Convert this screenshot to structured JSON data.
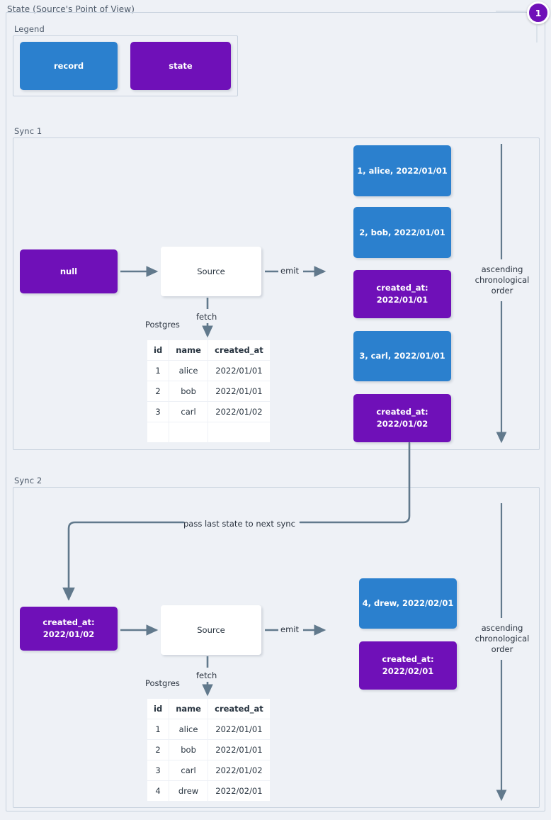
{
  "title": "State (Source's Point of View)",
  "badge": {
    "count": "1"
  },
  "legend": {
    "label": "Legend",
    "items": [
      {
        "name": "record",
        "label": "record",
        "color": "#2B80CE"
      },
      {
        "name": "state",
        "label": "state",
        "color": "#6F10B8"
      }
    ]
  },
  "edge_labels": {
    "emit": "emit",
    "fetch": "fetch",
    "postgres": "Postgres",
    "pass_state": "pass last state to next sync",
    "order": "ascending\nchronological\norder"
  },
  "sync1": {
    "label": "Sync 1",
    "input_state": "null",
    "source": "Source",
    "table": {
      "columns": [
        "id",
        "name",
        "created_at"
      ],
      "rows": [
        [
          "1",
          "alice",
          "2022/01/01"
        ],
        [
          "2",
          "bob",
          "2022/01/01"
        ],
        [
          "3",
          "carl",
          "2022/01/02"
        ],
        [
          "",
          "",
          ""
        ]
      ]
    },
    "emitted": [
      {
        "type": "record",
        "text": "1, alice, 2022/01/01"
      },
      {
        "type": "record",
        "text": "2, bob, 2022/01/01"
      },
      {
        "type": "state",
        "text": "created_at:\n2022/01/01"
      },
      {
        "type": "record",
        "text": "3, carl, 2022/01/01"
      },
      {
        "type": "state",
        "text": "created_at:\n2022/01/02"
      }
    ]
  },
  "sync2": {
    "label": "Sync 2",
    "input_state": "created_at:\n2022/01/02",
    "source": "Source",
    "table": {
      "columns": [
        "id",
        "name",
        "created_at"
      ],
      "rows": [
        [
          "1",
          "alice",
          "2022/01/01"
        ],
        [
          "2",
          "bob",
          "2022/01/01"
        ],
        [
          "3",
          "carl",
          "2022/01/02"
        ],
        [
          "4",
          "drew",
          "2022/02/01"
        ]
      ]
    },
    "emitted": [
      {
        "type": "record",
        "text": "4, drew, 2022/02/01"
      },
      {
        "type": "state",
        "text": "created_at:\n2022/02/01"
      }
    ]
  },
  "colors": {
    "background": "#eef1f6",
    "record": "#2B80CE",
    "state": "#6F10B8",
    "edge": "#61798c",
    "border": "#c8d2de"
  }
}
